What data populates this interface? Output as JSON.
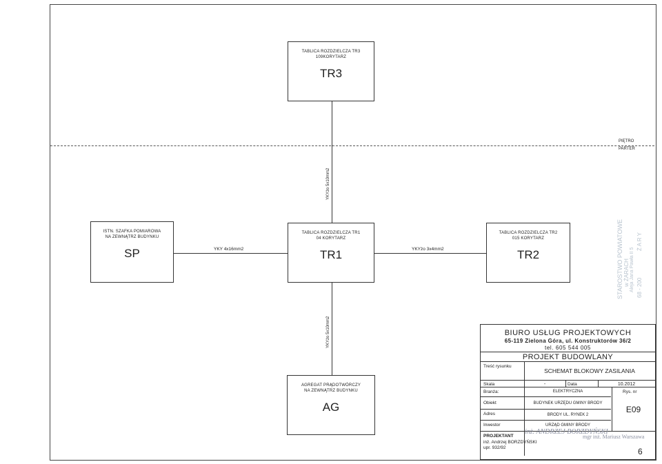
{
  "diagram": {
    "boxes": {
      "tr3": {
        "caption_line1": "TABLICA ROZDZIELCZA TR3",
        "caption_line2": "109KORYTARZ",
        "code": "TR3"
      },
      "tr1": {
        "caption_line1": "TABLICA ROZDZIELCZA TR1",
        "caption_line2": "04 KORYTARZ",
        "code": "TR1"
      },
      "tr2": {
        "caption_line1": "TABLICA ROZDZIELCZA TR2",
        "caption_line2": "015 KORYTARZ",
        "code": "TR2"
      },
      "sp": {
        "caption_line1": "ISTN.  SZAFKA POMIAROWA",
        "caption_line2": "NA ZEWNĄTRZ BUDYNKU",
        "code": "SP"
      },
      "ag": {
        "caption_line1": "AGREGAT PRĄDOTWÓRCZY",
        "caption_line2": "NA ZEWNĄTRZ BUDYNKU",
        "code": "AG"
      }
    },
    "cables": {
      "sp_tr1": "YKY 4x16mm2",
      "tr1_tr2": "YKYżo 3x4mm2",
      "tr1_tr3": "YKYżo 5x10mm2",
      "tr1_ag": "YKYżo 5x10mm2"
    },
    "levels": {
      "upper": "PIĘTRO",
      "lower": "PARTER"
    }
  },
  "title_block": {
    "company": "BIURO USŁUG PROJEKTOWYCH",
    "address": "65-119 Zielona Góra, ul. Konstruktorów 36/2",
    "phone": "tel.  605 544 005",
    "project_type": "PROJEKT BUDOWLANY",
    "drawing_content_label": "Treść rysunku",
    "drawing_content": "SCHEMAT BLOKOWY ZASILANIA",
    "scale_label": "Skala",
    "scale_value": "-",
    "date_label": "Data",
    "date_value": "10.2012",
    "branch_label": "Branża:",
    "branch_value": "ELEKTRYCZNA",
    "drawing_no_label": "Rys. nr",
    "drawing_no": "E09",
    "object_label": "Obiekt",
    "object_value": "BUDYNEK URZĘDU GMINY BRODY",
    "address_label": "Adres",
    "address_value": "BRODY UL. RYNEK 2",
    "investor_label": "Inwestor",
    "investor_value": "URZĄD GMINY BRODY",
    "designer_label": "PROJEKTANT",
    "designer_name": "inż. Andrzej BORZDYŃSKI",
    "designer_license": "upr. 932/92",
    "signature_name": "inż. ANDRZEJ BORZDYŃSKI",
    "signature_right": "mgr inż. Mariusz Warszawa",
    "page_number": "6"
  },
  "stamp": {
    "line1": "STAROSTWO POWIATOWE",
    "line2": "w ŻARACH",
    "line3": "Aleja Jana Pawła II 5",
    "line4": "68 - 200",
    "line5": "Ż A R Y"
  }
}
